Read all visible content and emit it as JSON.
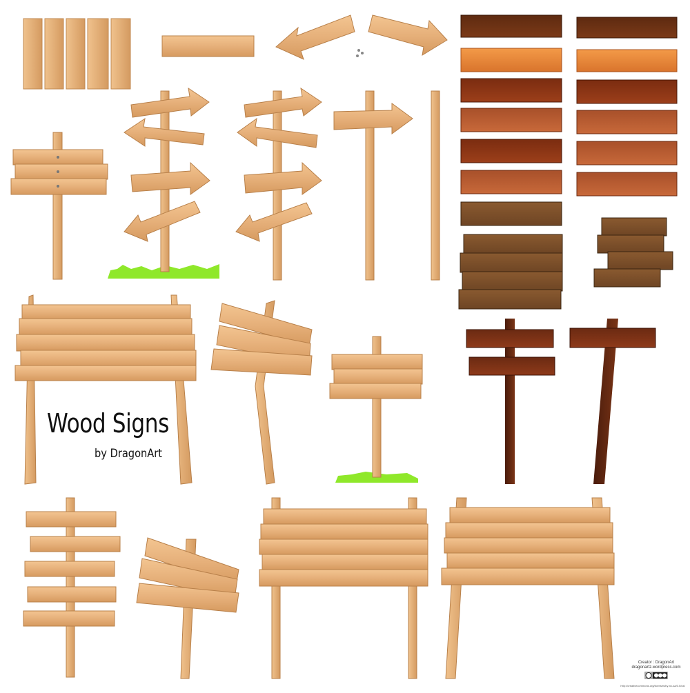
{
  "title": "Wood Signs",
  "subtitle": "by DragonArt",
  "credits": {
    "creator": "Creator : DragonArt",
    "site": "dragonartz.wordpress.com",
    "license_url": "http://creativecommons.org/licenses/by-nc-sa/3.0/us/"
  },
  "colors": {
    "wood_light": "#e8b27b",
    "wood_mid": "#d29a61",
    "wood_edge": "#b57a42",
    "wood_dark": "#7a3a1a",
    "wood_orange": "#e98a3c",
    "grass": "#8fe82a",
    "shadow": "#5a3a20"
  }
}
